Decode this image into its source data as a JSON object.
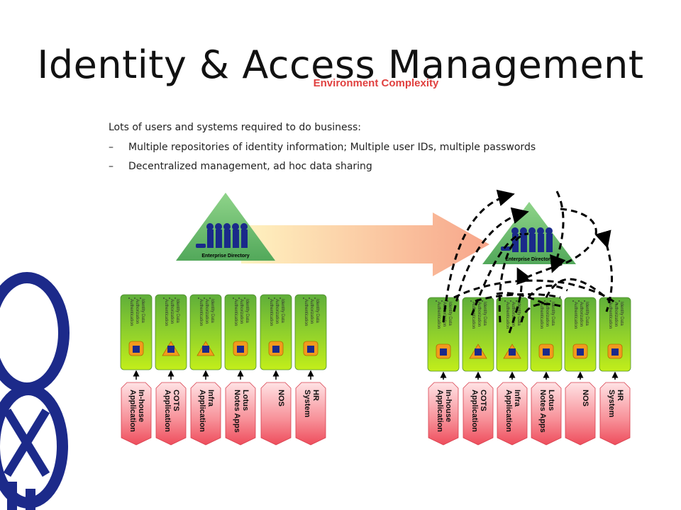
{
  "slide": {
    "title": "Identity & Access Management",
    "subtitle": "Environment Complexity",
    "intro": "Lots of users and systems required to do business:",
    "bullets": [
      "Multiple repositories of identity information; Multiple user IDs, multiple passwords",
      "Decentralized management, ad hoc data sharing"
    ],
    "bullet_marker": "–"
  },
  "diagram": {
    "directory_label": "Enterprise Directory",
    "repository_lines": [
      "Authentication",
      "Authorization",
      "Identity Data"
    ],
    "applications": [
      {
        "line1": "In-house",
        "line2": "Application"
      },
      {
        "line1": "COTS",
        "line2": "Application"
      },
      {
        "line1": "Infra",
        "line2": "Application"
      },
      {
        "line1": "Lotus",
        "line2": "Notes Apps"
      },
      {
        "line1": "NOS",
        "line2": ""
      },
      {
        "line1": "HR",
        "line2": "System"
      }
    ]
  },
  "colors": {
    "subtitle": "#e0403f",
    "triangle": "#7cc47a",
    "repo_top": "#7fc24a",
    "repo_bottom": "#b5e61c",
    "app": "#f0606e",
    "arrow": "#f5b38a",
    "logo": "#1c2a8a"
  }
}
